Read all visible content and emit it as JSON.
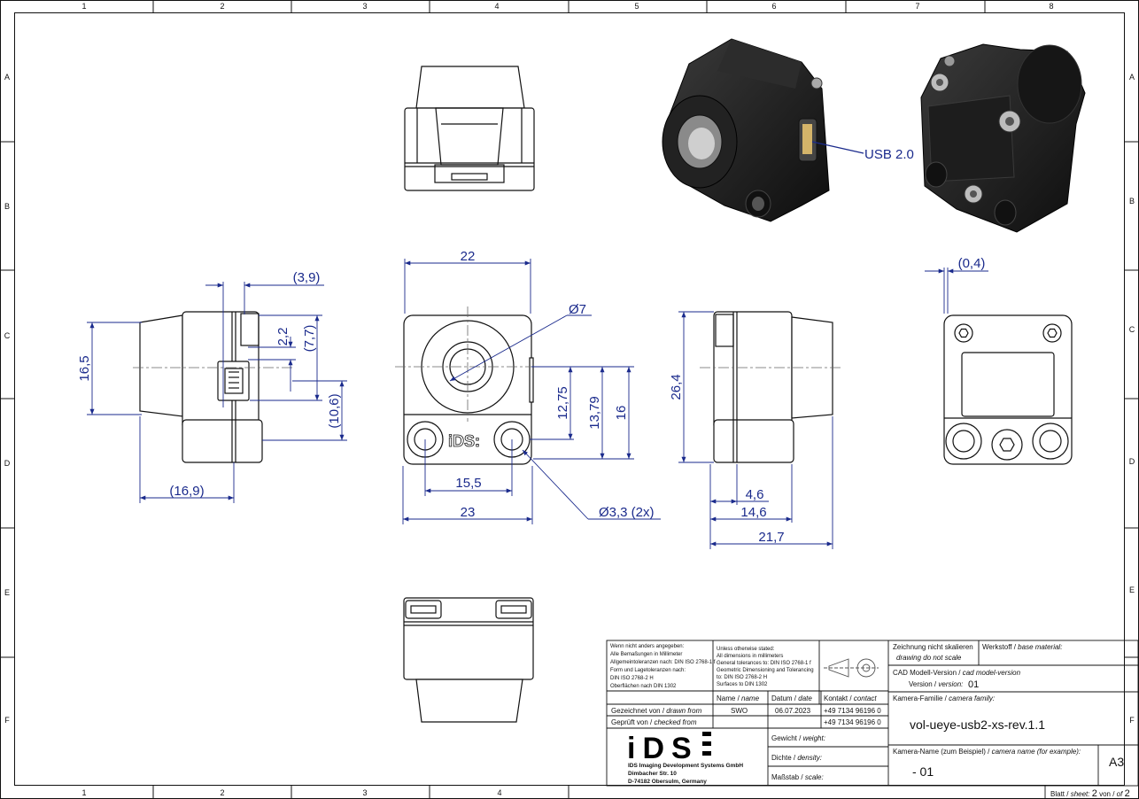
{
  "border": {
    "columns": [
      "1",
      "2",
      "3",
      "4",
      "5",
      "6",
      "7",
      "8"
    ],
    "rows": [
      "A",
      "B",
      "C",
      "D",
      "E",
      "F"
    ],
    "bottom_columns": [
      "1",
      "2",
      "3",
      "4"
    ]
  },
  "callouts": {
    "usb": "USB 2.0",
    "diameter_lens": "Ø7",
    "diameter_holes": "Ø3,3 (2x)"
  },
  "dimensions": {
    "front_view": {
      "width_top": "22",
      "width_bottom": "23",
      "hole_spacing": "15,5",
      "h_12_75": "12,75",
      "h_13_79": "13,79",
      "h_16": "16"
    },
    "side_view_left": {
      "d_3_9": "(3,9)",
      "d_2_2": "2,2",
      "d_7_7": "(7,7)",
      "d_16_5": "16,5",
      "d_10_6": "(10,6)",
      "d_16_9": "(16,9)"
    },
    "side_view_right": {
      "d_26_4": "26,4",
      "d_4_6": "4,6",
      "d_14_6": "14,6",
      "d_21_7": "21,7"
    },
    "back_view": {
      "d_0_4": "(0,4)"
    }
  },
  "logo": {
    "front_mark": "iDS:"
  },
  "title_block": {
    "notes_de": [
      "Wenn nicht anders angegeben:",
      "Alle Bemaßungen in Millimeter",
      "Allgemeintoleranzen nach: DIN ISO 2768-1 f",
      "Form und Lagetoleranzen nach:",
      "DIN ISO 2768-2 H",
      "Oberflächen nach DIN 1302"
    ],
    "notes_en": [
      "Unless otherwise stated:",
      "All dimensions in millimeters",
      "General tolerances to: DIN ISO 2768-1 f",
      "Geometric Dimensioning and Tolerancing",
      "to: DIN ISO 2768-2 H",
      "Surfaces to DIN 1302"
    ],
    "drawing_note_de": "Zeichnung nicht skalieren",
    "drawing_note_en": "drawing do not scale",
    "material_de": "Werkstoff /",
    "material_en": "base material:",
    "cad_model_de": "CAD Modell-Version /",
    "cad_model_en": "cad model-version",
    "version_de": "Version /",
    "version_en": "version:",
    "version_value": "01",
    "camera_family_de": "Kamera-Familie /",
    "camera_family_en": "camera family:",
    "camera_family_value": "vol-ueye-usb2-xs-rev.1.1",
    "camera_name_de": "Kamera-Name (zum Beispiel) /",
    "camera_name_en": "camera name (for example):",
    "camera_name_value": "- 01",
    "col_name_de": "Name /",
    "col_name_en": "name",
    "col_date_de": "Datum /",
    "col_date_en": "date",
    "col_contact_de": "Kontakt /",
    "col_contact_en": "contact",
    "drawn_from_de": "Gezeichnet von /",
    "drawn_from_en": "drawn from",
    "drawn_name": "SWO",
    "drawn_date": "06.07.2023",
    "drawn_contact": "+49 7134 96196 0",
    "checked_from_de": "Geprüft von /",
    "checked_from_en": "checked from",
    "checked_contact": "+49 7134 96196 0",
    "weight_de": "Gewicht /",
    "weight_en": "weight:",
    "density_de": "Dichte /",
    "density_en": "density:",
    "scale_de": "Maßstab /",
    "scale_en": "scale:",
    "company_logo": "iDS",
    "company_name": "IDS Imaging Development Systems GmbH",
    "company_street": "Dimbacher Str. 10",
    "company_city": "D-74182 Obersulm, Germany",
    "paper_size": "A3",
    "sheet_de": "Blatt /",
    "sheet_en": "sheet:",
    "sheet_no": "2",
    "sheet_von": "von /",
    "sheet_of": "of",
    "sheet_total": "2"
  },
  "colors": {
    "dimension": "#1a2a8c",
    "body_dark": "#1c1c1c",
    "outline": "#111111"
  }
}
